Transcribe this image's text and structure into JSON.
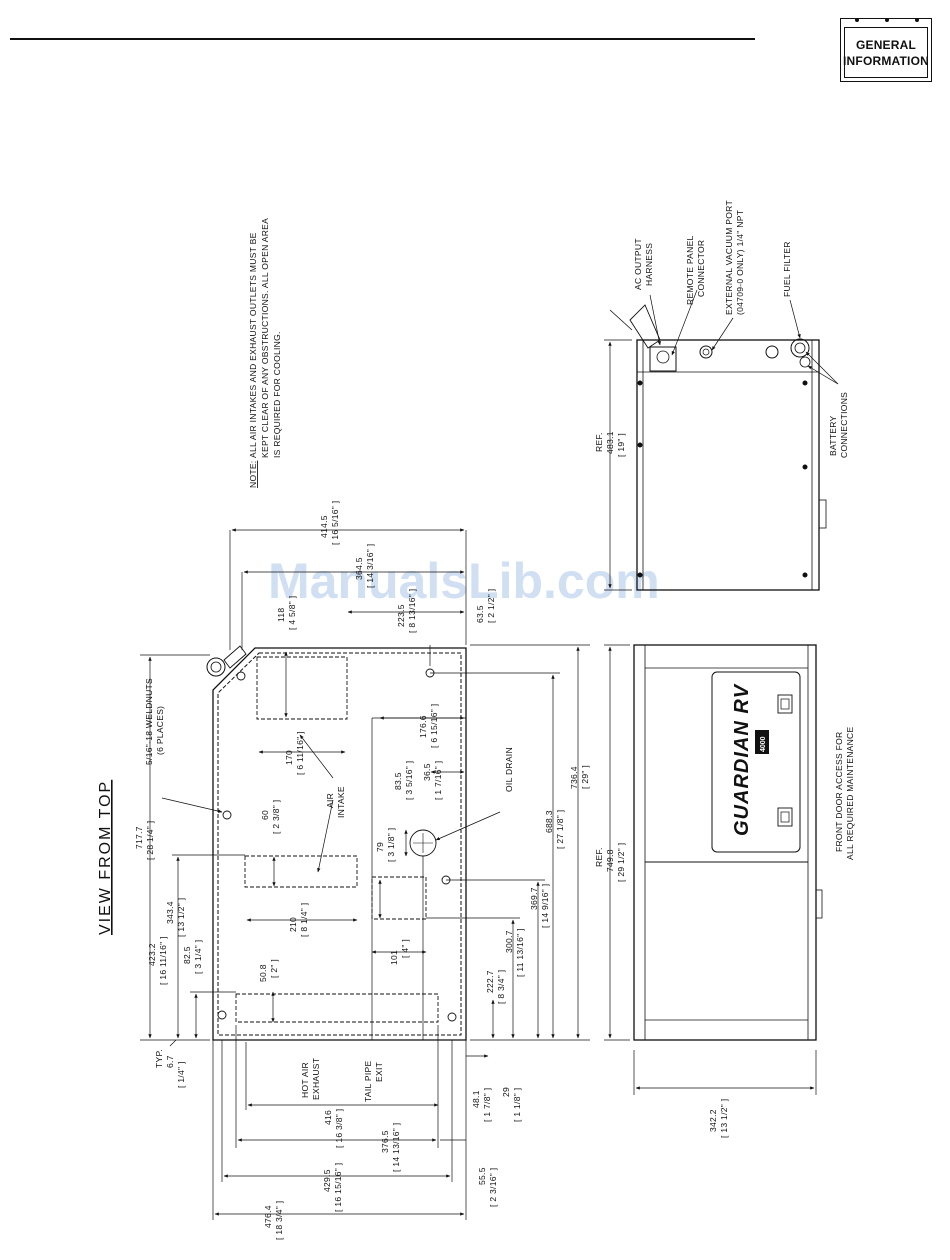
{
  "header": {
    "badge_line1": "GENERAL",
    "badge_line2": "INFORMATION"
  },
  "watermark": "ManualsLib.com",
  "note": {
    "label": "NOTE:",
    "line1": "ALL AIR INTAKES AND EXHAUST OUTLETS MUST BE",
    "line2": "KEPT CLEAR OF ANY OBSTRUCTIONS.  ALL OPEN AREA",
    "line3": "IS REQUIRED FOR COOLING."
  },
  "top_view": {
    "title": "VIEW FROM TOP",
    "weldnuts_1": "5/16\"-18 WELDNUTS",
    "weldnuts_2": "(6 PLACES)",
    "air_intake_1": "AIR",
    "air_intake_2": "INTAKE",
    "hot_air_1": "HOT AIR",
    "hot_air_2": "EXHAUST",
    "tail_pipe_1": "TAIL PIPE",
    "tail_pipe_2": "EXIT",
    "oil_drain": "OIL DRAIN"
  },
  "dimensions": [
    {
      "mm": "414.5",
      "in": "[ 16 5/16\" ]"
    },
    {
      "mm": "364.5",
      "in": "[ 14 3/16\" ]"
    },
    {
      "mm": "118",
      "in": "[ 4 5/8\" ]"
    },
    {
      "mm": "223.5",
      "in": "[ 8 13/16\" ]"
    },
    {
      "mm": "63.5",
      "in": "[ 2 1/2\" ]"
    },
    {
      "mm": "170",
      "in": "[ 6 11/16\" ]"
    },
    {
      "mm": "60",
      "in": "[ 2 3/8\" ]"
    },
    {
      "mm": "176.6",
      "in": "[ 6 15/16\" ]"
    },
    {
      "mm": "83.5",
      "in": "[ 3 5/16\" ]"
    },
    {
      "mm": "36.5",
      "in": "[ 1 7/16\" ]"
    },
    {
      "mm": "79",
      "in": "[ 3 1/8\" ]"
    },
    {
      "mm": "210",
      "in": "[ 8 1/4\" ]"
    },
    {
      "mm": "101",
      "in": "[ 4\" ]"
    },
    {
      "mm": "50.8",
      "in": "[ 2\" ]"
    },
    {
      "mm": "717.7",
      "in": "[ 28 1/4\" ]"
    },
    {
      "mm": "423.2",
      "in": "[ 16 11/16\" ]"
    },
    {
      "mm": "343.4",
      "in": "[ 13 1/2\" ]"
    },
    {
      "mm": "82.5",
      "in": "[ 3 1/4\" ]"
    },
    {
      "mm": "736.4",
      "in": "[ 29\" ]"
    },
    {
      "mm": "688.3",
      "in": "[ 27 1/8\" ]"
    },
    {
      "mm": "369.7",
      "in": "[ 14 9/16\" ]"
    },
    {
      "mm": "300.7",
      "in": "[ 11 13/16\" ]"
    },
    {
      "mm": "222.7",
      "in": "[ 8 3/4\" ]"
    },
    {
      "mm": "6.7",
      "in": "[ 1/4\" ]",
      "prefix": "TYP."
    },
    {
      "mm": "416",
      "in": "[ 16 3/8\" ]"
    },
    {
      "mm": "48.1",
      "in": "[ 1 7/8\" ]"
    },
    {
      "mm": "29",
      "in": "[ 1 1/8\" ]"
    },
    {
      "mm": "376.5",
      "in": "[ 14 13/16\" ]"
    },
    {
      "mm": "429.5",
      "in": "[ 16 15/16\" ]"
    },
    {
      "mm": "55.5",
      "in": "[ 2 3/16\" ]"
    },
    {
      "mm": "476.4",
      "in": "[ 18 3/4\" ]"
    }
  ],
  "side_view": {
    "ref_label": "REF.",
    "ref_mm": "483.1",
    "ref_in": "[ 19\" ]",
    "ac_output_1": "AC OUTPUT",
    "ac_output_2": "HARNESS",
    "remote_1": "REMOTE PANEL",
    "remote_2": "CONNECTOR",
    "vacuum_1": "EXTERNAL VACUUM PORT",
    "vacuum_2": "(04709-0 ONLY) 1/4\" NPT",
    "fuel_filter": "FUEL FILTER",
    "battery_1": "BATTERY",
    "battery_2": "CONNECTIONS"
  },
  "front_view": {
    "ref_label": "REF.",
    "ref_mm": "749.8",
    "ref_in": "[ 29 1/2\" ]",
    "depth_mm": "342.2",
    "depth_in": "[ 13 1/2\" ]",
    "front_door_1": "FRONT DOOR ACCESS FOR",
    "front_door_2": "ALL REQUIRED MAINTENANCE",
    "logo_text": "GUARDIAN RV",
    "logo_badge": "4000"
  }
}
